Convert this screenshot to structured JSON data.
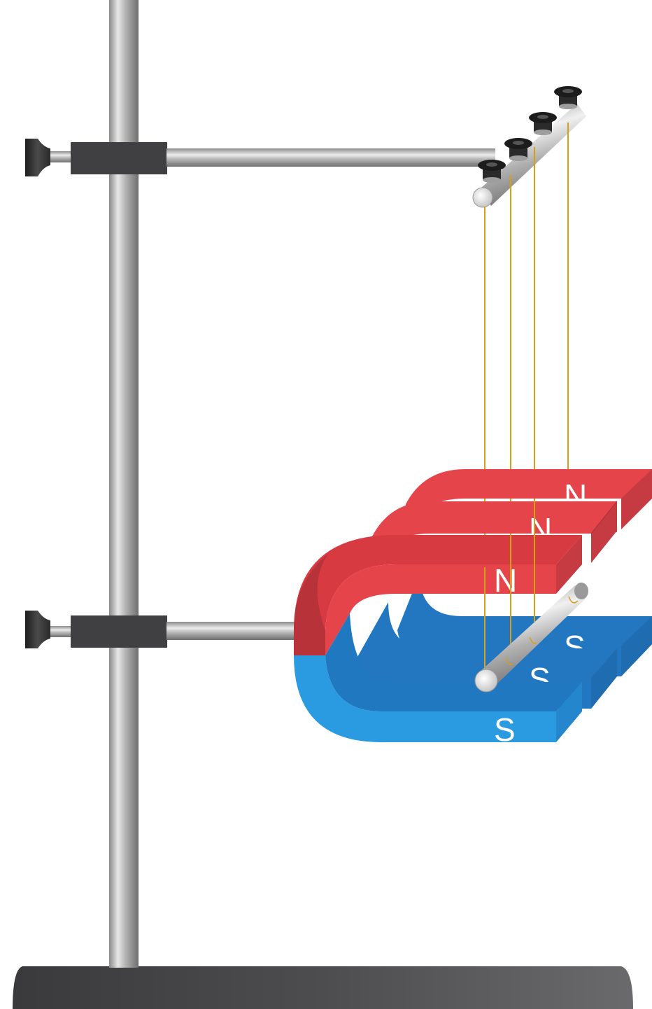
{
  "labels": {
    "front_north": "N",
    "front_south": "S",
    "mid_north": "N",
    "mid_south": "S",
    "back_north": "N",
    "back_south": "S"
  },
  "colors": {
    "north_face": "#e5444b",
    "north_side": "#b8323a",
    "south_face": "#2a9be0",
    "south_side": "#1f78c0",
    "thread": "#d4a017",
    "base": "#4d4d4f",
    "clamp": "#404042"
  },
  "icons": {
    "knob": "thumbscrew-knob-icon"
  }
}
